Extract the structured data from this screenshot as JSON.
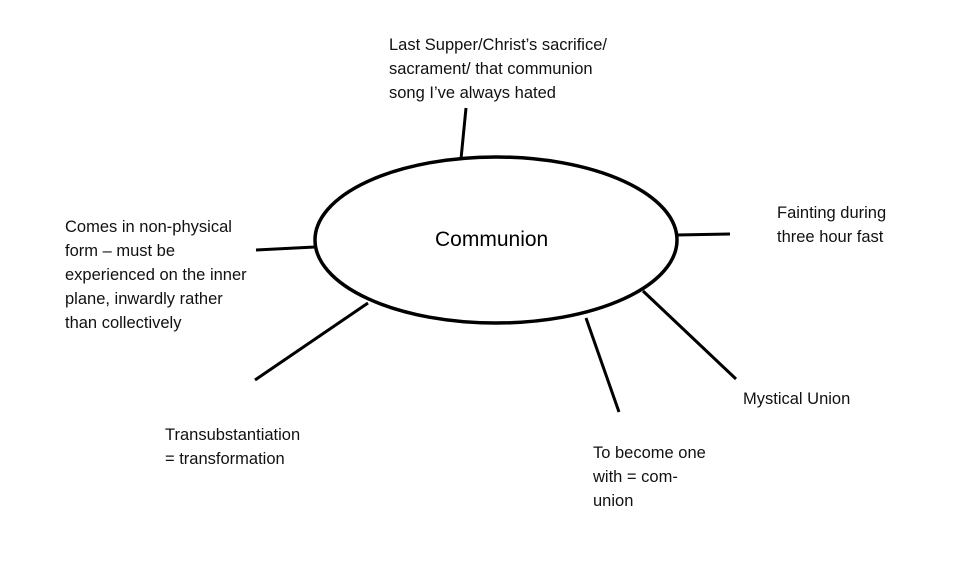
{
  "diagram": {
    "center": {
      "label": "Communion"
    },
    "nodes": [
      {
        "id": "top",
        "text": "Last Supper/Christ’s sacrifice/\nsacrament/ that communion\nsong I’ve always hated"
      },
      {
        "id": "right",
        "text": "Fainting during\nthree hour fast"
      },
      {
        "id": "left",
        "text": "Comes in non-physical\nform – must be\nexperienced on the inner\nplane, inwardly rather\nthan collectively"
      },
      {
        "id": "bottom-left",
        "text": "Transubstantiation\n= transformation"
      },
      {
        "id": "bottom-center",
        "text": "To become one\nwith = com-\nunion"
      },
      {
        "id": "mystical",
        "text": "Mystical Union"
      }
    ],
    "colors": {
      "stroke": "#000000",
      "background": "#ffffff"
    }
  }
}
